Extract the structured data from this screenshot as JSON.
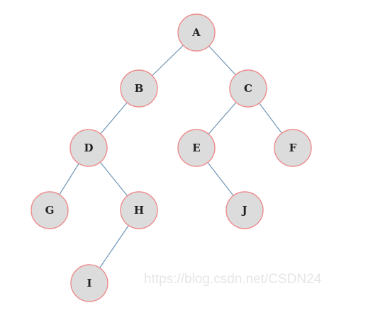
{
  "tree": {
    "nodes": [
      {
        "id": "A",
        "label": "A"
      },
      {
        "id": "B",
        "label": "B"
      },
      {
        "id": "C",
        "label": "C"
      },
      {
        "id": "D",
        "label": "D"
      },
      {
        "id": "E",
        "label": "E"
      },
      {
        "id": "F",
        "label": "F"
      },
      {
        "id": "G",
        "label": "G"
      },
      {
        "id": "H",
        "label": "H"
      },
      {
        "id": "J",
        "label": "J"
      },
      {
        "id": "I",
        "label": "I"
      }
    ],
    "edges": [
      {
        "from": "A",
        "to": "B"
      },
      {
        "from": "A",
        "to": "C"
      },
      {
        "from": "B",
        "to": "D"
      },
      {
        "from": "C",
        "to": "E"
      },
      {
        "from": "C",
        "to": "F"
      },
      {
        "from": "D",
        "to": "G"
      },
      {
        "from": "D",
        "to": "H"
      },
      {
        "from": "E",
        "to": "J"
      },
      {
        "from": "H",
        "to": "I"
      }
    ],
    "colors": {
      "node_fill": "#dcdcdc",
      "node_stroke": "#ee8c8c",
      "edge": "#6f95b6",
      "label": "#222222"
    }
  },
  "watermark": {
    "text": "https://blog.csdn.net/CSDN24"
  }
}
